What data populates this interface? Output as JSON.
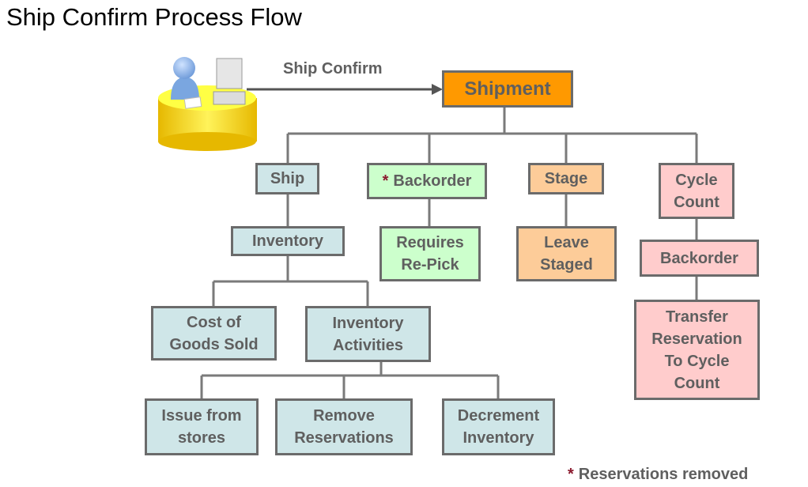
{
  "title": "Ship Confirm Process Flow",
  "arrow_label": "Ship Confirm",
  "icon": "user-at-workstation-icon",
  "nodes": {
    "shipment": "Shipment",
    "ship": "Ship",
    "backorder": "Backorder",
    "backorder_marker": "*",
    "stage": "Stage",
    "cycle_count": "Cycle\nCount",
    "inventory": "Inventory",
    "requires_repick": "Requires\nRe-Pick",
    "leave_staged": "Leave\nStaged",
    "cc_backorder": "Backorder",
    "transfer_reservation": "Transfer\nReservation\nTo Cycle\nCount",
    "cogs": "Cost of\nGoods Sold",
    "inventory_activities": "Inventory\nActivities",
    "issue_from_stores": "Issue from\nstores",
    "remove_reservations": "Remove\nReservations",
    "decrement_inventory": "Decrement\nInventory"
  },
  "footnote": {
    "marker": "*",
    "text": "Reservations removed"
  },
  "colors": {
    "orange": "#ff9900",
    "blue": "#cfe6e8",
    "green": "#ccffcc",
    "peach": "#fdcc99",
    "pink": "#ffcccc",
    "border": "#6b6b6b",
    "star": "#8b1a2e"
  }
}
